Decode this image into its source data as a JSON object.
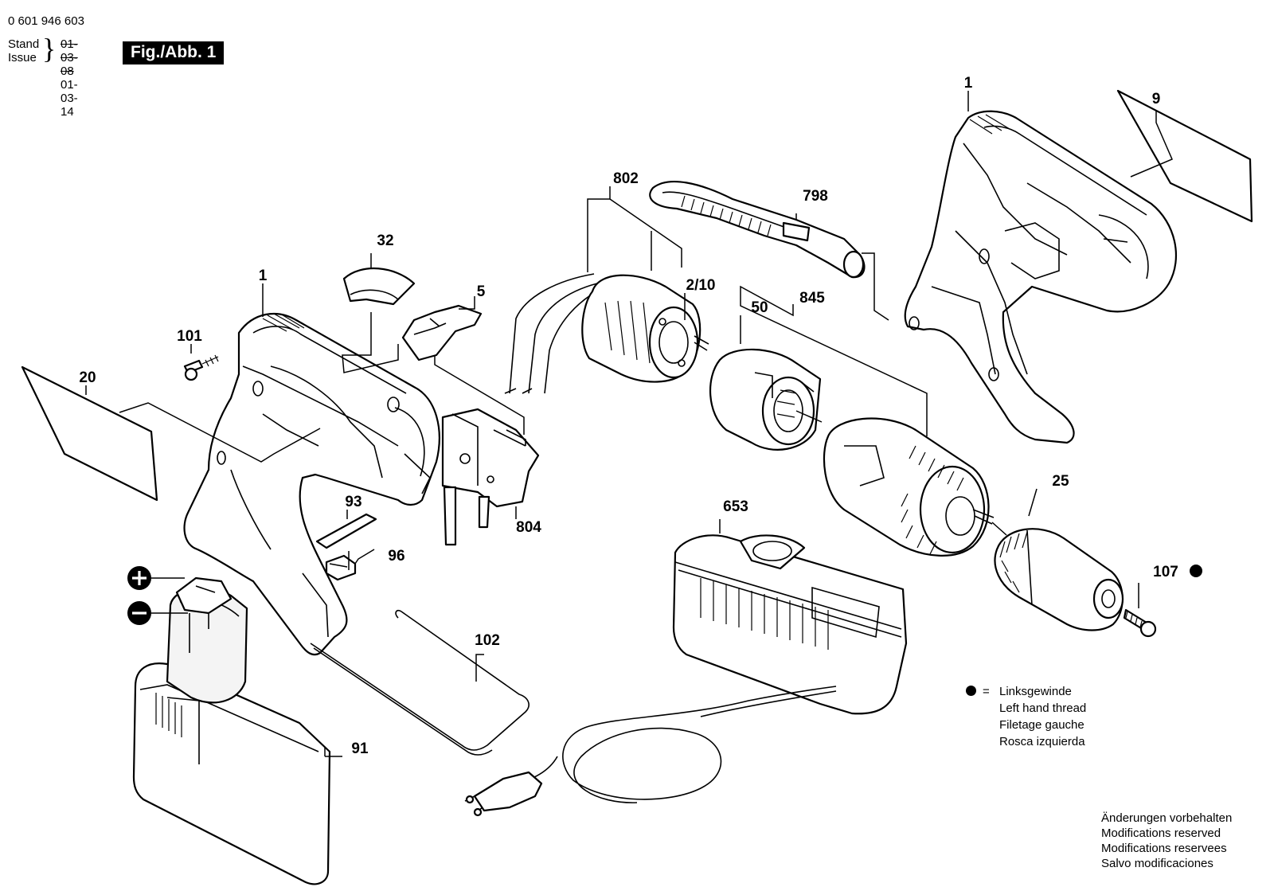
{
  "header": {
    "document_number": "0 601 946 603",
    "stand_label": "Stand",
    "issue_label": "Issue",
    "old_date": "01-03-08",
    "new_date": "01-03-14",
    "figure_label": "Fig./Abb. 1"
  },
  "callouts": {
    "housing_left": "1",
    "housing_right": "1",
    "label_right": "9",
    "label_left": "20",
    "screw_101": "101",
    "cap_32": "32",
    "slider_5": "5",
    "motor_802": "802",
    "motor_part_2_10": "2/10",
    "belt_798": "798",
    "ring_50": "50",
    "gearbox_845": "845",
    "switch_804": "804",
    "clip_93": "93",
    "clip_96": "96",
    "battery_91": "91",
    "wire_102": "102",
    "charger_653": "653",
    "chuck_25": "25",
    "screw_107": "107"
  },
  "legend": {
    "marker": "filled-circle-left-hand-thread",
    "lines": [
      "Linksgewinde",
      "Left hand thread",
      "Filetage gauche",
      "Rosca izquierda"
    ]
  },
  "notice": {
    "lines": [
      "Änderungen vorbehalten",
      "Modifications reserved",
      "Modifications reservees",
      "Salvo modificaciones"
    ]
  },
  "battery_terminals": {
    "plus": "+",
    "minus": "−"
  }
}
